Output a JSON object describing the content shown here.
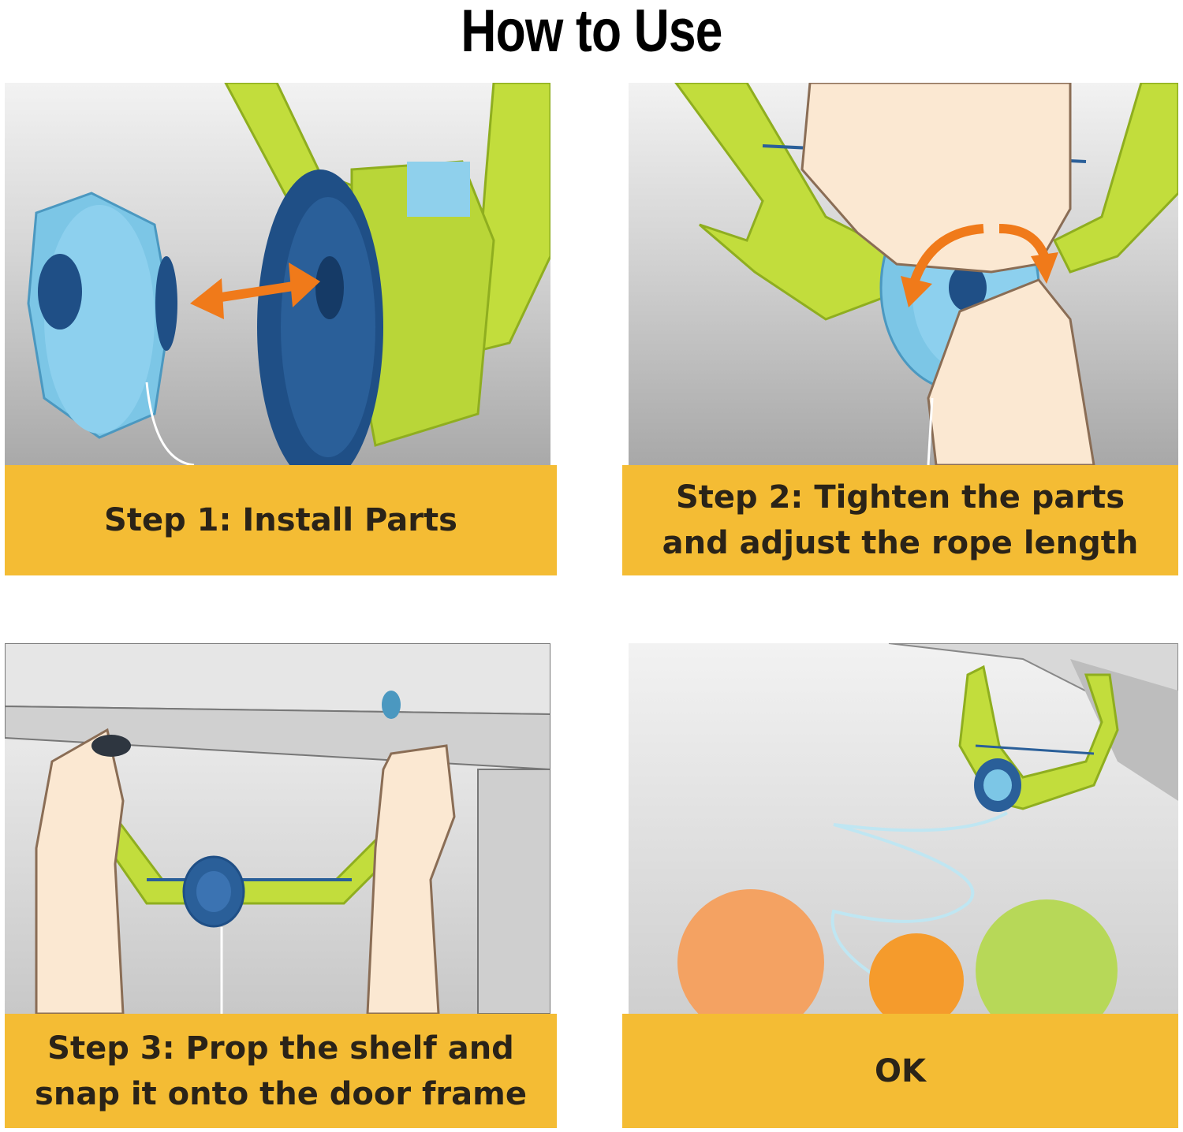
{
  "title": "How to Use",
  "steps": [
    {
      "line1": "Step 1: Install Parts",
      "line2": ""
    },
    {
      "line1": "Step 2: Tighten the parts",
      "line2": "and adjust the rope length"
    },
    {
      "line1": "Step 3: Prop the shelf and",
      "line2": "snap it onto the door frame"
    },
    {
      "line1": "OK",
      "line2": ""
    }
  ],
  "colors": {
    "caption_bg": "#f4bc34",
    "caption_text": "#2a2318",
    "frame_green": "#c2dd3c",
    "spool_blue": "#1f4f86",
    "cap_light_blue": "#7cc6e6",
    "arrow_orange": "#f07a1a",
    "ball_orange": "#f4a262",
    "ball_green": "#b7d858"
  },
  "icons": [
    "double-arrow-icon",
    "rotate-arrows-icon",
    "hand-icon",
    "ball-icon"
  ]
}
